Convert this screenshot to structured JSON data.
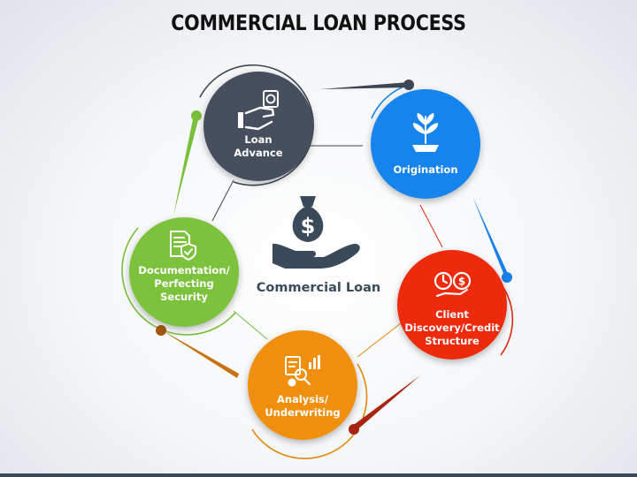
{
  "title": "COMMERCIAL LOAN PROCESS",
  "center": {
    "label": "Commercial Loan",
    "icon": "money-bag-hand-icon"
  },
  "steps": [
    {
      "id": "loan-advance",
      "lines": [
        "Loan",
        "Advance"
      ],
      "color": "#46505f",
      "icon": "hand-money-icon"
    },
    {
      "id": "origination",
      "lines": [
        "Origination"
      ],
      "color": "#1384ec",
      "icon": "plant-growth-icon"
    },
    {
      "id": "client-discovery",
      "lines": [
        "Client",
        "Discovery/Credit",
        "Structure"
      ],
      "color": "#ee2b10",
      "icon": "clock-dollar-icon"
    },
    {
      "id": "analysis",
      "lines": [
        "Analysis/",
        "Underwriting"
      ],
      "color": "#f08f11",
      "icon": "analytics-search-icon"
    },
    {
      "id": "documentation",
      "lines": [
        "Documentation/",
        "Perfecting",
        "Security"
      ],
      "color": "#7bc23d",
      "icon": "secure-document-icon"
    }
  ]
}
